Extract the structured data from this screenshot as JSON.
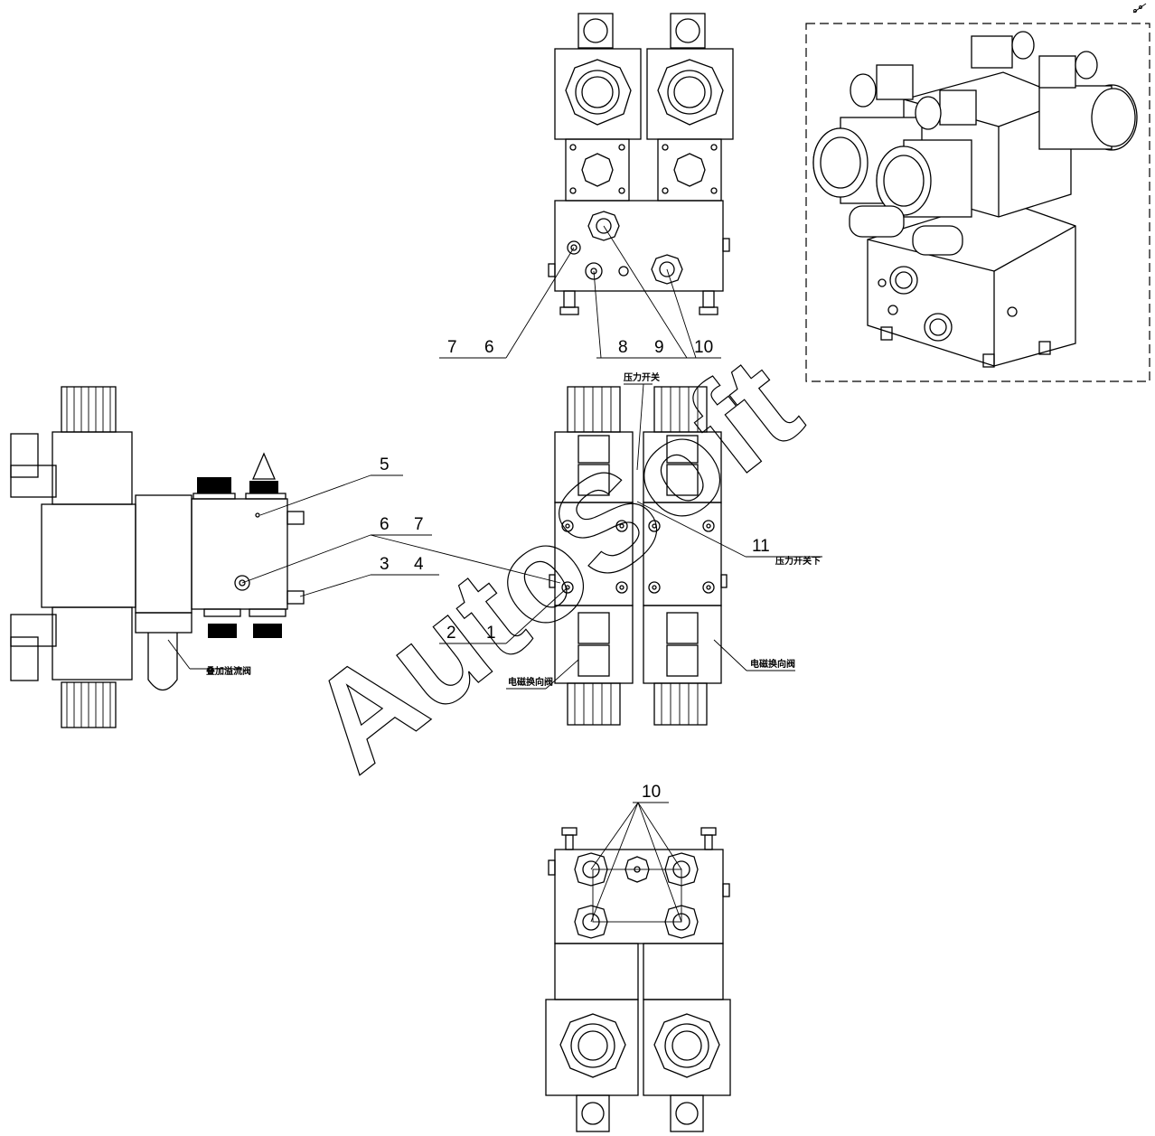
{
  "watermark": "AutoSoft",
  "callouts": {
    "top_7": "7",
    "top_6": "6",
    "top_8": "8",
    "top_9": "9",
    "top_10": "10",
    "side_5": "5",
    "side_6": "6",
    "side_7": "7",
    "side_3": "3",
    "side_4": "4",
    "front_2": "2",
    "front_1": "1",
    "front_11": "11",
    "bottom_10": "10"
  },
  "annotations": {
    "pressure_switch": "压力开关",
    "pressure_switch_lower": "压力开关下",
    "solenoid_valve_left": "电磁换向阀",
    "solenoid_valve_right": "电磁换向阀",
    "relief_valve": "叠加溢流阀"
  }
}
